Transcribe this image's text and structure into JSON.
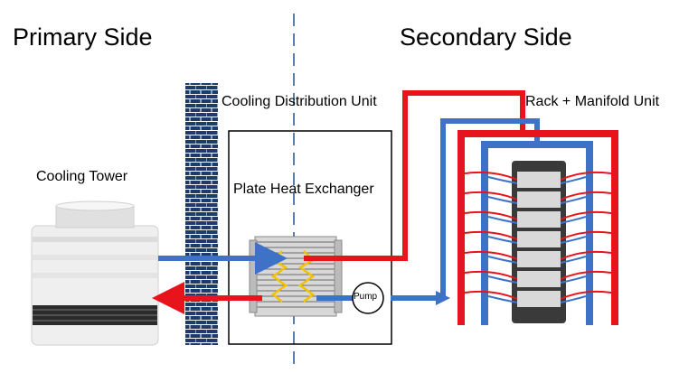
{
  "titles": {
    "primary_side": "Primary Side",
    "secondary_side": "Secondary Side"
  },
  "labels": {
    "cooling_distribution_unit": "Cooling Distribution Unit",
    "rack_manifold_unit": "Rack + Manifold Unit",
    "cooling_tower": "Cooling Tower",
    "plate_heat_exchanger": "Plate Heat Exchanger",
    "pump": "Pump"
  },
  "colors": {
    "hot_pipe": "#e8141b",
    "cold_pipe": "#3d72c6",
    "wall_brick": "#1f3b6b",
    "divider": "#5a7ea8",
    "rack_body": "#3a3a3a",
    "rack_slot": "#d9d9d9"
  }
}
